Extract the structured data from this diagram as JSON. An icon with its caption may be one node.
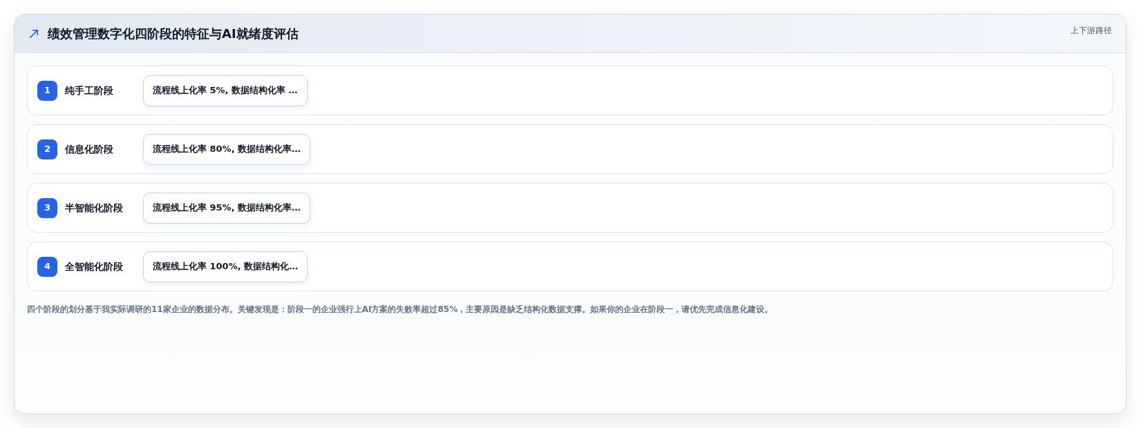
{
  "diagram": {
    "title": "绩效管理数字化四阶段的特征与AI就绪度评估",
    "nodes": [
      {
        "text": [
          "纯手工阶段"
        ]
      },
      {
        "text": [
          "1"
        ],
        "in": 0
      },
      {
        "text": [
          "流程线上化率 5%, 数据结构化率 …"
        ],
        "in": 0
      },
      {
        "text": [
          "信息化阶段"
        ]
      },
      {
        "text": [
          "2"
        ],
        "in": 3
      },
      {
        "text": [
          "流程线上化率 80%, 数据结构化率…"
        ],
        "in": 3
      },
      {
        "text": [
          "半智能化阶段"
        ]
      },
      {
        "text": [
          "3"
        ],
        "in": 6
      },
      {
        "text": [
          "流程线上化率 95%, 数据结构化率…"
        ],
        "in": 6
      },
      {
        "text": [
          "全智能化阶段"
        ]
      },
      {
        "text": [
          "4"
        ],
        "in": 9
      },
      {
        "text": [
          "流程线上化率 100%, 数据结构化…"
        ],
        "in": 9
      }
    ],
    "labels": [
      "上下游路径"
    ],
    "caption": "四个阶段的划分基于我实际调研的11家企业的数据分布。关键发现是：阶段一的企业强行上AI方案的失败率超过85%，主要原因是缺乏结构化数据支撑。如果你的企业在阶段一，请优先完成信息化建设。"
  }
}
